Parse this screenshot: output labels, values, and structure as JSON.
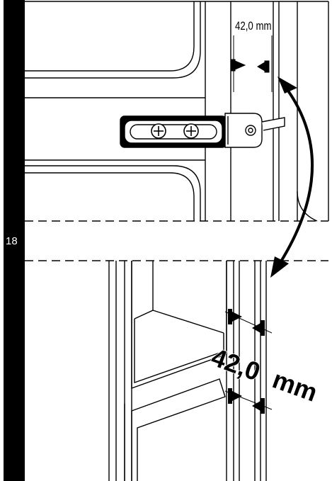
{
  "page": {
    "number": "18"
  },
  "top_dimension": {
    "label": "42,0 mm"
  },
  "bottom_dimension": {
    "value": "42,0",
    "unit": "mm"
  },
  "colors": {
    "line": "#000000",
    "background": "#ffffff",
    "margin_bar": "#000000",
    "page_number_text": "#ffffff"
  }
}
